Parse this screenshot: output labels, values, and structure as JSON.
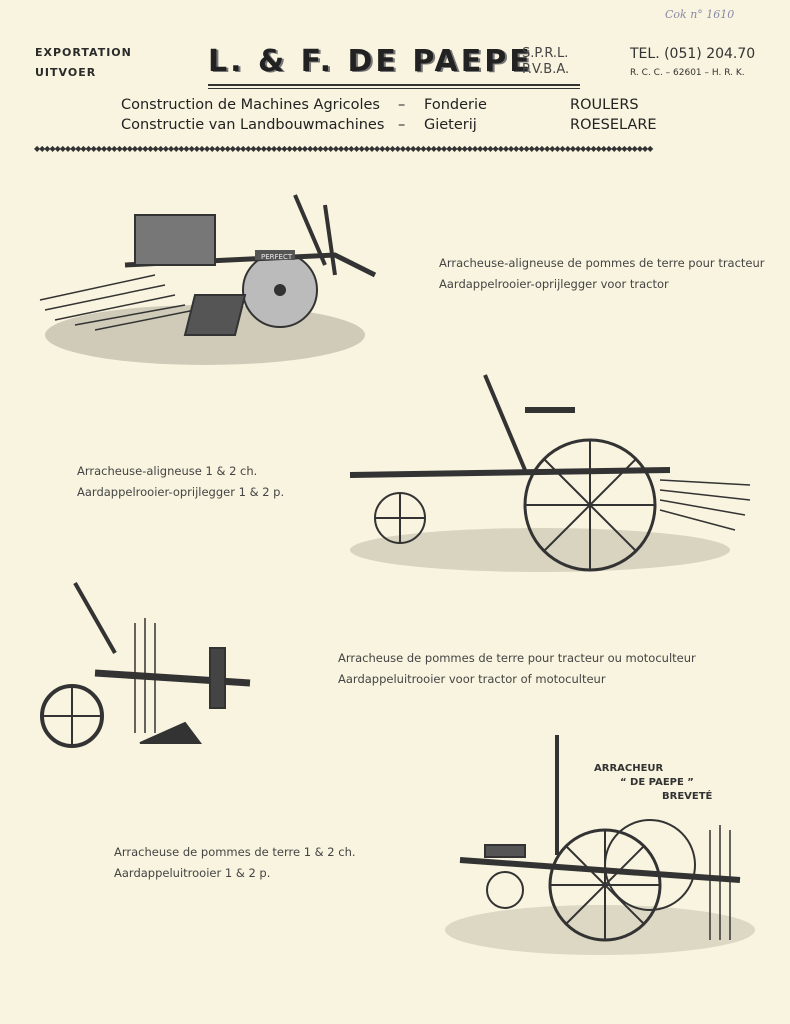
{
  "handwritten_note": "Cok n° 1610",
  "header": {
    "export_fr": "EXPORTATION",
    "export_nl": "UITVOER",
    "company": "L. & F. DE PAEPE",
    "form_fr": "S.P.R.L.",
    "form_nl": "P.V.B.A.",
    "tel": "TEL.  (051) 204.70",
    "register": "R. C. C. – 62601 – H. R. K.",
    "line1_activity": "Construction de Machines Agricoles",
    "line1_dash": "–",
    "line1_foundry": "Fonderie",
    "line1_city": "ROULERS",
    "line2_activity": "Constructie van Landbouwmachines",
    "line2_dash": "–",
    "line2_foundry": "Gieterij",
    "line2_city": "ROESELARE"
  },
  "products": [
    {
      "caption_fr": "Arracheuse-aligneuse de pommes de terre pour tracteur",
      "caption_nl": "Aardappelrooier-oprijlegger voor tractor",
      "plate": "PERFECT"
    },
    {
      "caption_fr": "Arracheuse-aligneuse 1 & 2 ch.",
      "caption_nl": "Aardappelrooier-oprijlegger 1 & 2 p."
    },
    {
      "caption_fr": "Arracheuse de pommes de terre pour tracteur ou motoculteur",
      "caption_nl": "Aardappeluitrooier voor tractor of motoculteur"
    },
    {
      "caption_fr": "Arracheuse de pommes de terre 1 & 2 ch.",
      "caption_nl": "Aardappeluitrooier 1 & 2 p.",
      "label1": "ARRACHEUR",
      "label2": "“ DE PAEPE ”",
      "label3": "BREVETÉ"
    }
  ]
}
